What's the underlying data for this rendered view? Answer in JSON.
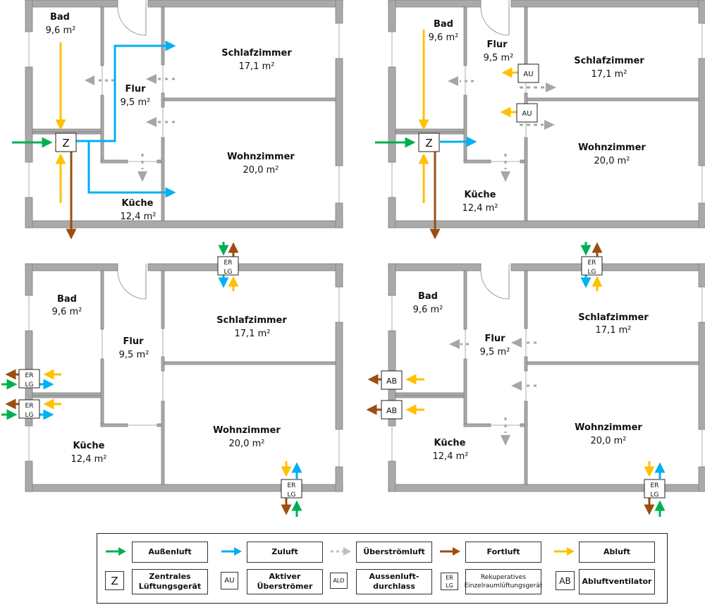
{
  "colors": {
    "aussenluft": "#00b050",
    "zuluft": "#00b0f0",
    "ueberstroemluft": "#a6a6a6",
    "fortluft": "#9c4e10",
    "abluft": "#ffc000",
    "wall": "#a9a9a9",
    "wall_outline": "#7f7f7f"
  },
  "rooms": {
    "bad": {
      "name": "Bad",
      "area": "9,6 m²"
    },
    "flur": {
      "name": "Flur",
      "area": "9,5 m²"
    },
    "schlafzimmer": {
      "name": "Schlafzimmer",
      "area": "17,1 m²"
    },
    "wohnzimmer": {
      "name": "Wohnzimmer",
      "area": "20,0 m²"
    },
    "kueche": {
      "name": "Küche",
      "area": "12,4 m²"
    }
  },
  "devices": {
    "z": "Z",
    "au": "AU",
    "er": "ER",
    "lg": "LG",
    "ab": "AB",
    "ald": "ALD"
  },
  "plans": [
    {
      "id": "central-system",
      "devices": [
        "Z"
      ]
    },
    {
      "id": "central-with-active-overflow",
      "devices": [
        "Z",
        "AU",
        "AU"
      ]
    },
    {
      "id": "decentral-recuperative",
      "devices": [
        "ERLG",
        "ERLG",
        "ERLG",
        "ERLG"
      ]
    },
    {
      "id": "exhaust-fans-with-recuperative",
      "devices": [
        "AB",
        "AB",
        "ERLG",
        "ERLG"
      ]
    }
  ],
  "legend": {
    "row1": [
      {
        "icon": "aussenluft-arrow-icon",
        "label": "Außenluft"
      },
      {
        "icon": "zuluft-arrow-icon",
        "label": "Zuluft"
      },
      {
        "icon": "ueberstroemluft-arrow-icon",
        "label": "Überströmluft"
      },
      {
        "icon": "fortluft-arrow-icon",
        "label": "Fortluft"
      },
      {
        "icon": "abluft-arrow-icon",
        "label": "Abluft"
      }
    ],
    "row2": [
      {
        "symbol": "Z",
        "label_line1": "Zentrales",
        "label_line2": "Lüftungsgerät"
      },
      {
        "symbol": "AU",
        "label_line1": "Aktiver",
        "label_line2": "Überströmer"
      },
      {
        "symbol": "ALD",
        "label_line1": "Aussenluft-",
        "label_line2": "durchlass"
      },
      {
        "symbol_line1": "ER",
        "symbol_line2": "LG",
        "label_line1": "Rekuperatives",
        "label_line2": "Einzelraumlüftungsgerät"
      },
      {
        "symbol": "AB",
        "label_line1": "Abluftventilator",
        "label_line2": ""
      }
    ]
  }
}
